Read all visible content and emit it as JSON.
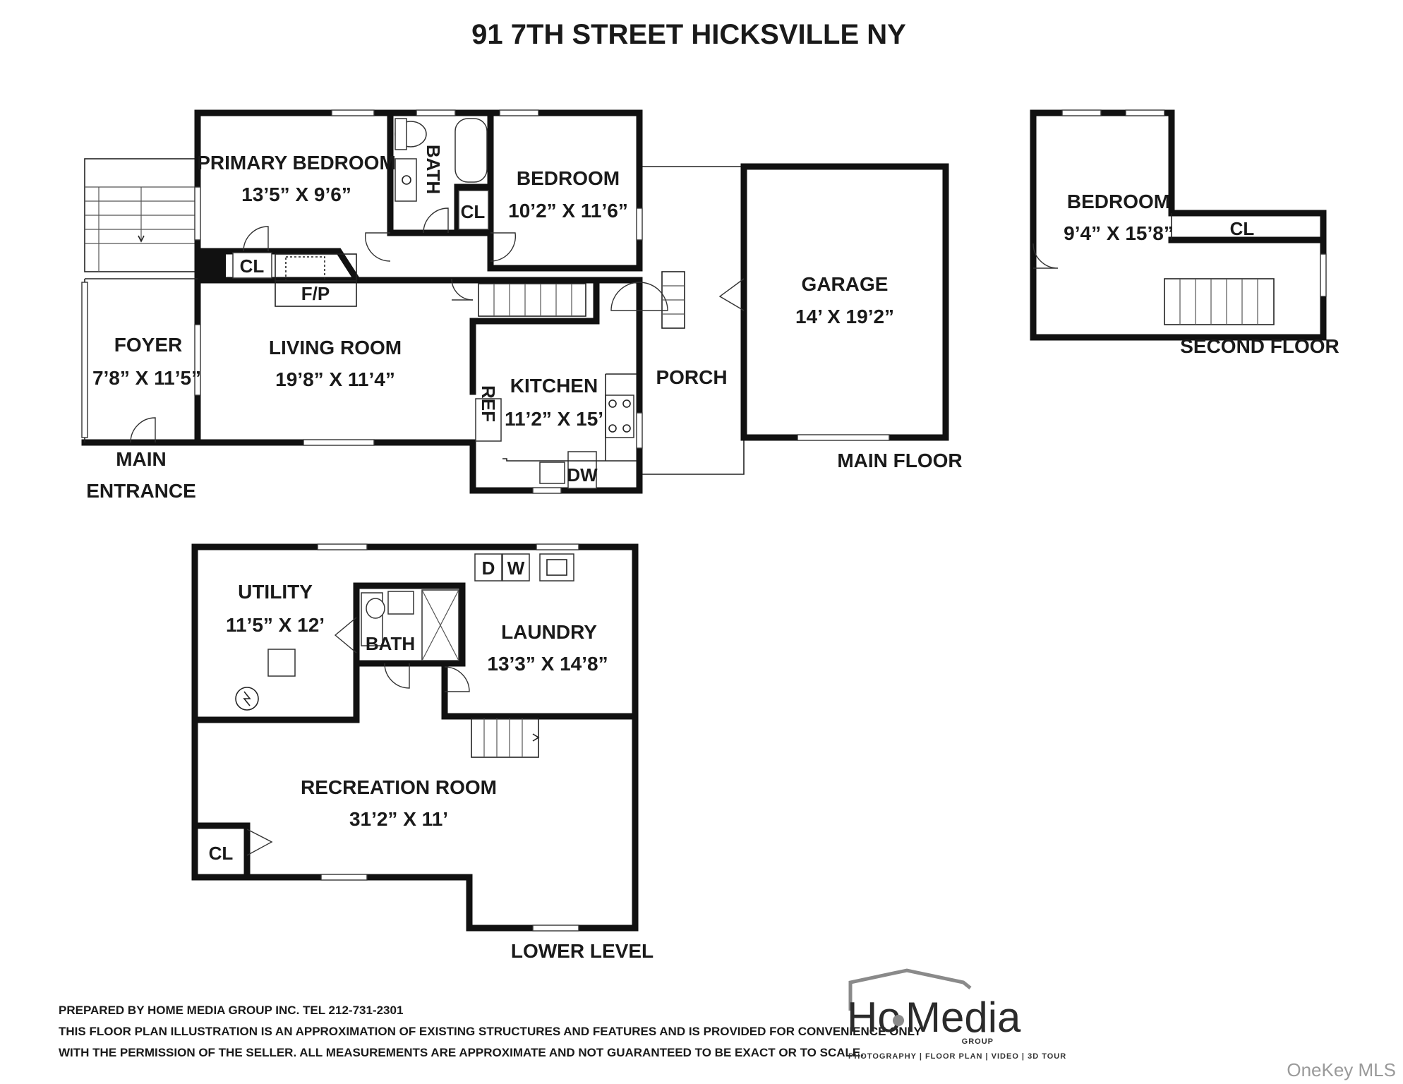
{
  "title": "91 7TH STREET HICKSVILLE  NY",
  "floors": {
    "main": {
      "label": "MAIN FLOOR",
      "rooms": {
        "primary_bedroom": {
          "name": "PRIMARY BEDROOM",
          "size": "13’5” X 9’6”"
        },
        "bath": {
          "name": "BATH"
        },
        "bedroom": {
          "name": "BEDROOM",
          "size": "10’2” X 11’6”"
        },
        "closet_bath": {
          "name": "CL"
        },
        "closet_primary": {
          "name": "CL"
        },
        "fireplace": {
          "name": "F/P"
        },
        "foyer": {
          "name": "FOYER",
          "size": "7’8” X 11’5”"
        },
        "living_room": {
          "name": "LIVING ROOM",
          "size": "19’8” X 11’4”"
        },
        "kitchen": {
          "name": "KITCHEN",
          "size": "11’2” X 15’"
        },
        "refrigerator": {
          "name": "REF"
        },
        "dishwasher": {
          "name": "DW"
        },
        "porch": {
          "name": "PORCH"
        },
        "garage": {
          "name": "GARAGE",
          "size": "14’ X 19’2”"
        }
      },
      "entrance_line1": "MAIN",
      "entrance_line2": "ENTRANCE"
    },
    "second": {
      "label": "SECOND FLOOR",
      "rooms": {
        "bedroom": {
          "name": "BEDROOM",
          "size": "9’4” X 15’8”"
        },
        "closet": {
          "name": "CL"
        }
      }
    },
    "lower": {
      "label": "LOWER LEVEL",
      "rooms": {
        "utility": {
          "name": "UTILITY",
          "size": "11’5” X 12’"
        },
        "bath": {
          "name": "BATH"
        },
        "laundry": {
          "name": "LAUNDRY",
          "size": "13’3” X 14’8”"
        },
        "dryer": {
          "name": "D"
        },
        "washer": {
          "name": "W"
        },
        "recreation_room": {
          "name": "RECREATION ROOM",
          "size": "31’2” X 11’"
        },
        "closet": {
          "name": "CL"
        }
      }
    }
  },
  "disclaimer": {
    "line1": "PREPARED BY  HOME MEDIA GROUP INC.  TEL 212-731-2301",
    "line2": "THIS FLOOR PLAN ILLUSTRATION IS AN APPROXIMATION OF EXISTING STRUCTURES AND FEATURES AND IS PROVIDED FOR CONVENIENCE ONLY",
    "line3": "WITH THE PERMISSION OF THE SELLER. ALL MEASUREMENTS ARE APPROXIMATE AND NOT GUARANTEED TO BE EXACT OR TO SCALE."
  },
  "logo": {
    "name_part1": "Ho",
    "name_part2": "Media",
    "group": "GROUP",
    "services": "PHOTOGRAPHY | FLOOR PLAN | VIDEO | 3D TOUR"
  },
  "watermark": "OneKey MLS"
}
